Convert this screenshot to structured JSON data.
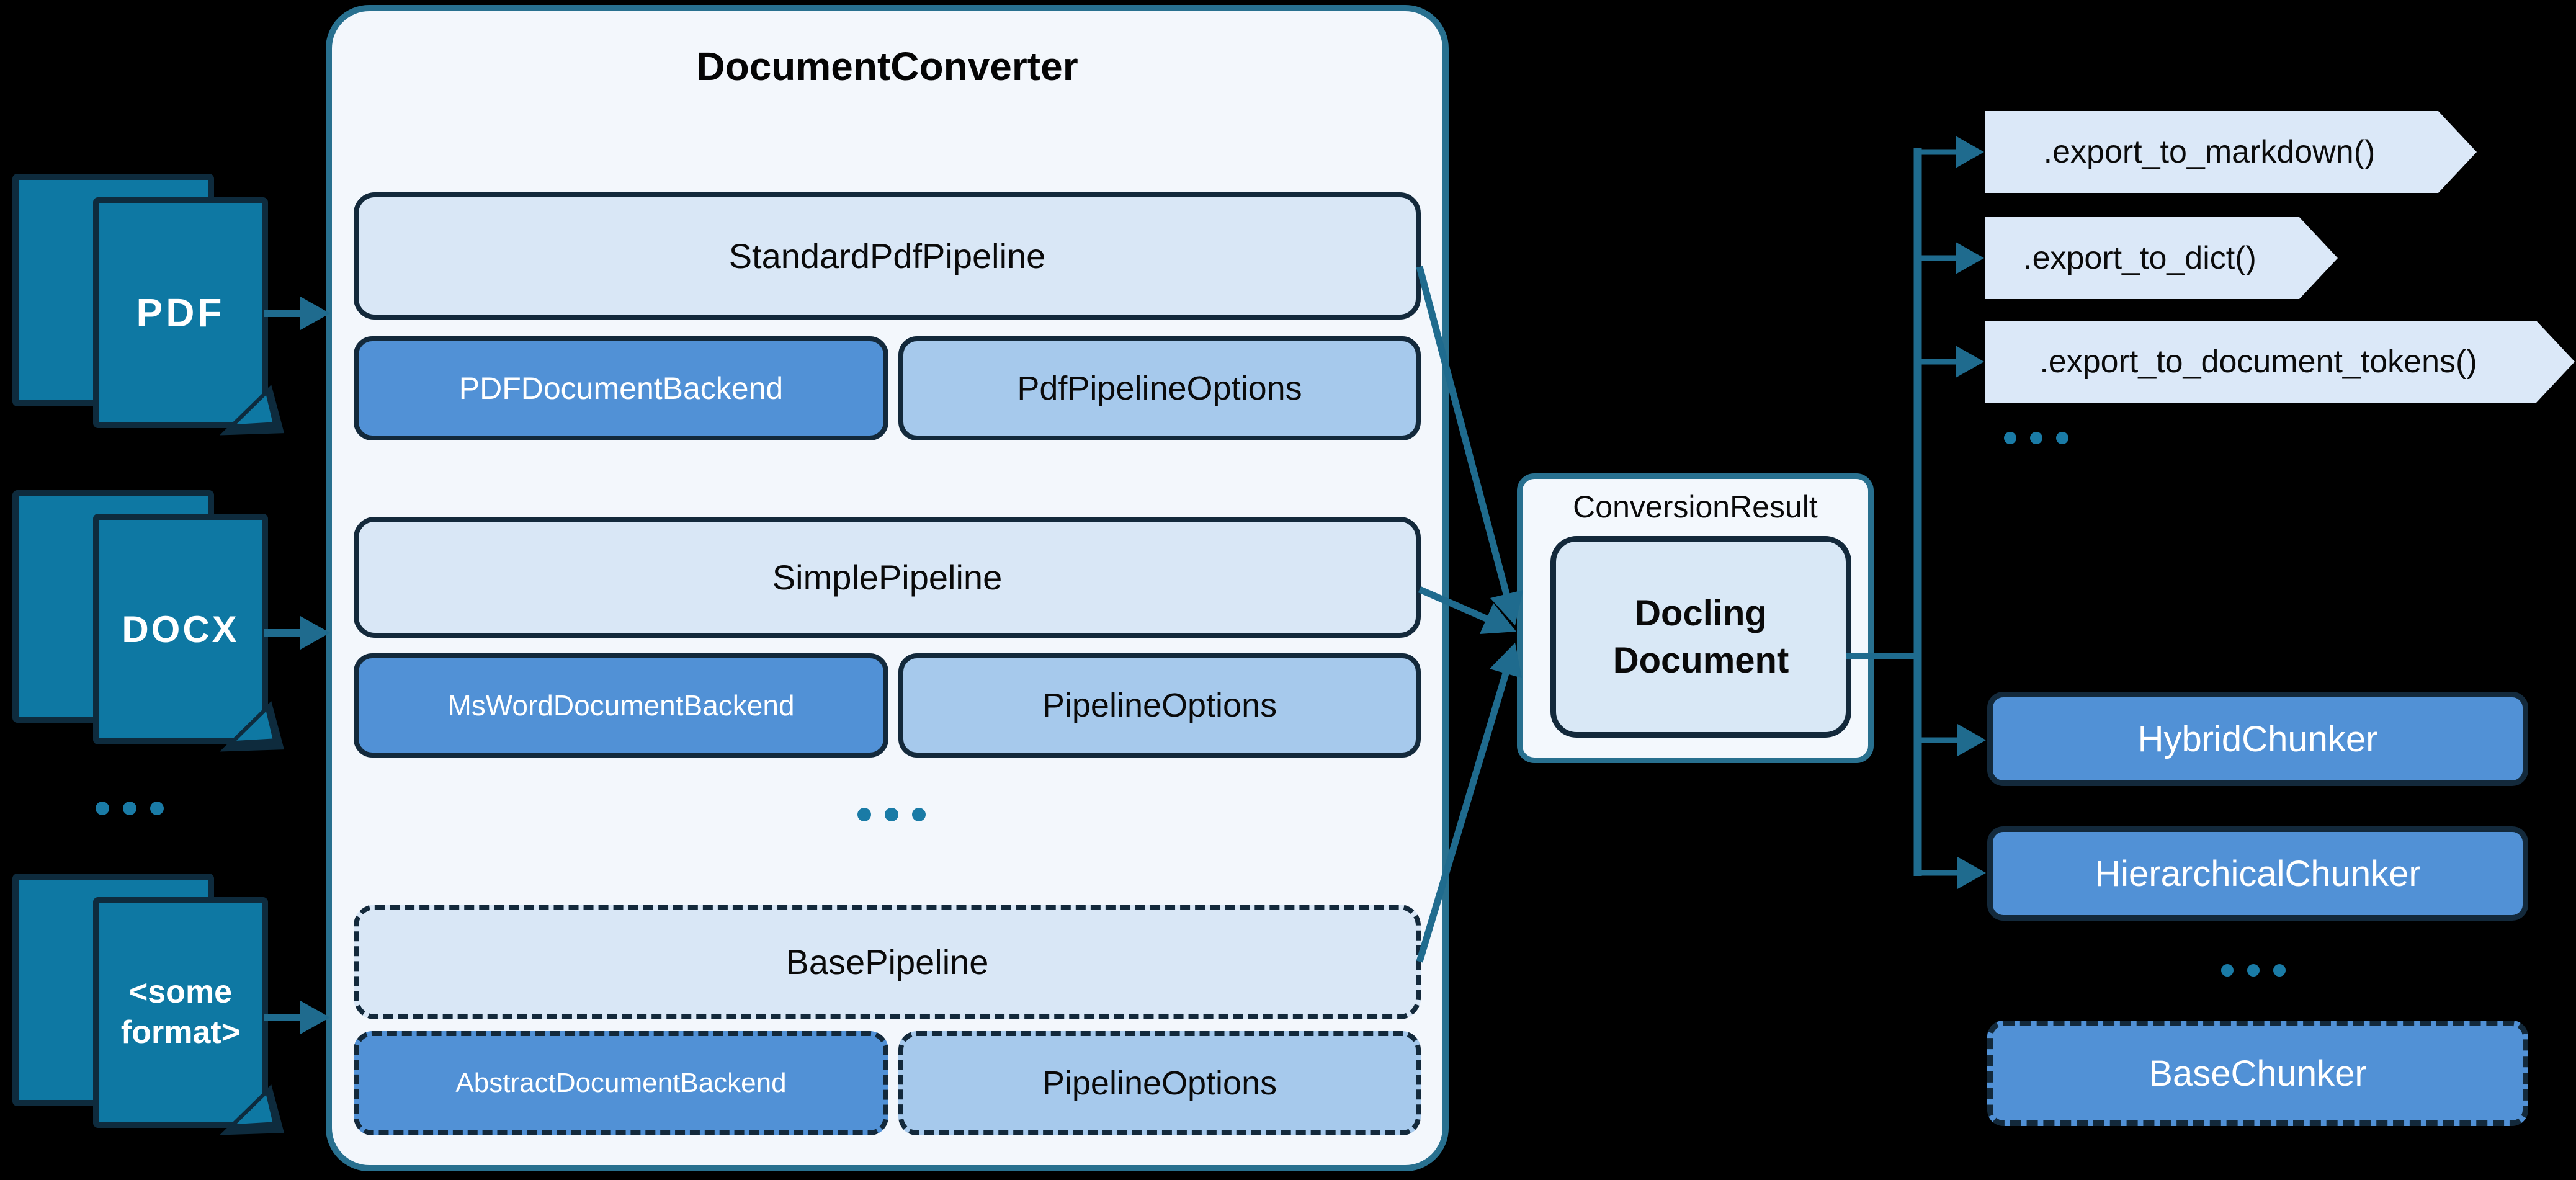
{
  "title": "DocumentConverter",
  "inputs": {
    "pdf": "PDF",
    "docx": "DOCX",
    "other": "<some format>"
  },
  "pipelines": [
    {
      "name": "StandardPdfPipeline",
      "backend": "PDFDocumentBackend",
      "options": "PdfPipelineOptions"
    },
    {
      "name": "SimplePipeline",
      "backend": "MsWordDocumentBackend",
      "options": "PipelineOptions"
    },
    {
      "name": "BasePipeline",
      "backend": "AbstractDocumentBackend",
      "options": "PipelineOptions"
    }
  ],
  "result": {
    "wrapper_label": "ConversionResult",
    "document_label": "Docling Document"
  },
  "exports": {
    "markdown": ".export_to_markdown()",
    "dict": ".export_to_dict()",
    "tokens": ".export_to_document_tokens()"
  },
  "chunkers": {
    "hybrid": "HybridChunker",
    "hierarchical": "HierarchicalChunker",
    "base": "BaseChunker"
  },
  "ellipsis": "...",
  "colors": {
    "background": "#000000",
    "document_teal": "#0e78a3",
    "dark_border": "#13293b",
    "container_border_teal": "#28708f",
    "container_bg": "#f3f7fc",
    "pipeline_light_blue": "#d9e7f6",
    "options_blue": "#a6c9ec",
    "backend_blue": "#5191d6",
    "pennant_blue": "#dbe8f8",
    "arrow_teal": "#1f6b8e",
    "dots_teal": "#1a7ba6"
  }
}
